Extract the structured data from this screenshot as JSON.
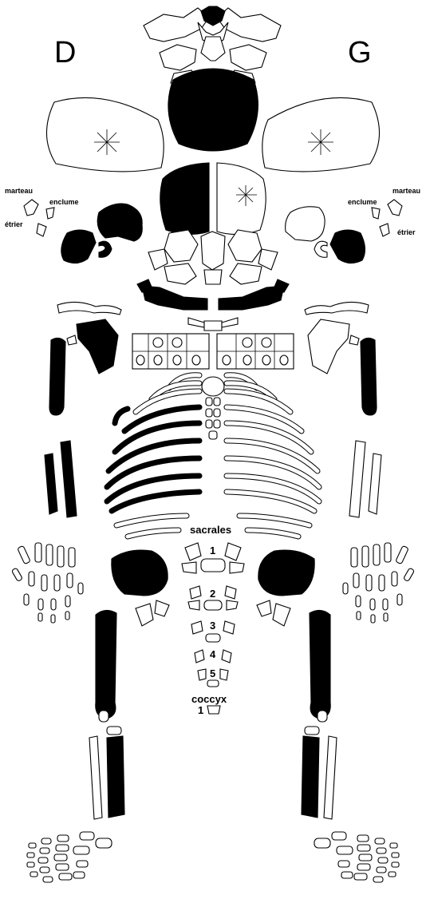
{
  "labels": {
    "side_right": "D",
    "side_left": "G",
    "malleus_right": "marteau",
    "incus_right": "enclume",
    "stapes_right": "étrier",
    "malleus_left": "marteau",
    "incus_left": "enclume",
    "stapes_left": "étrier",
    "sacral_title": "sacrales",
    "sacral_1": "1",
    "sacral_2": "2",
    "sacral_3": "3",
    "sacral_4": "4",
    "sacral_5": "5",
    "coccyx_title": "coccyx",
    "coccyx_1": "1"
  },
  "colors": {
    "present_bone": "#000000",
    "absent_bone": "#ffffff",
    "outline": "#000000"
  }
}
